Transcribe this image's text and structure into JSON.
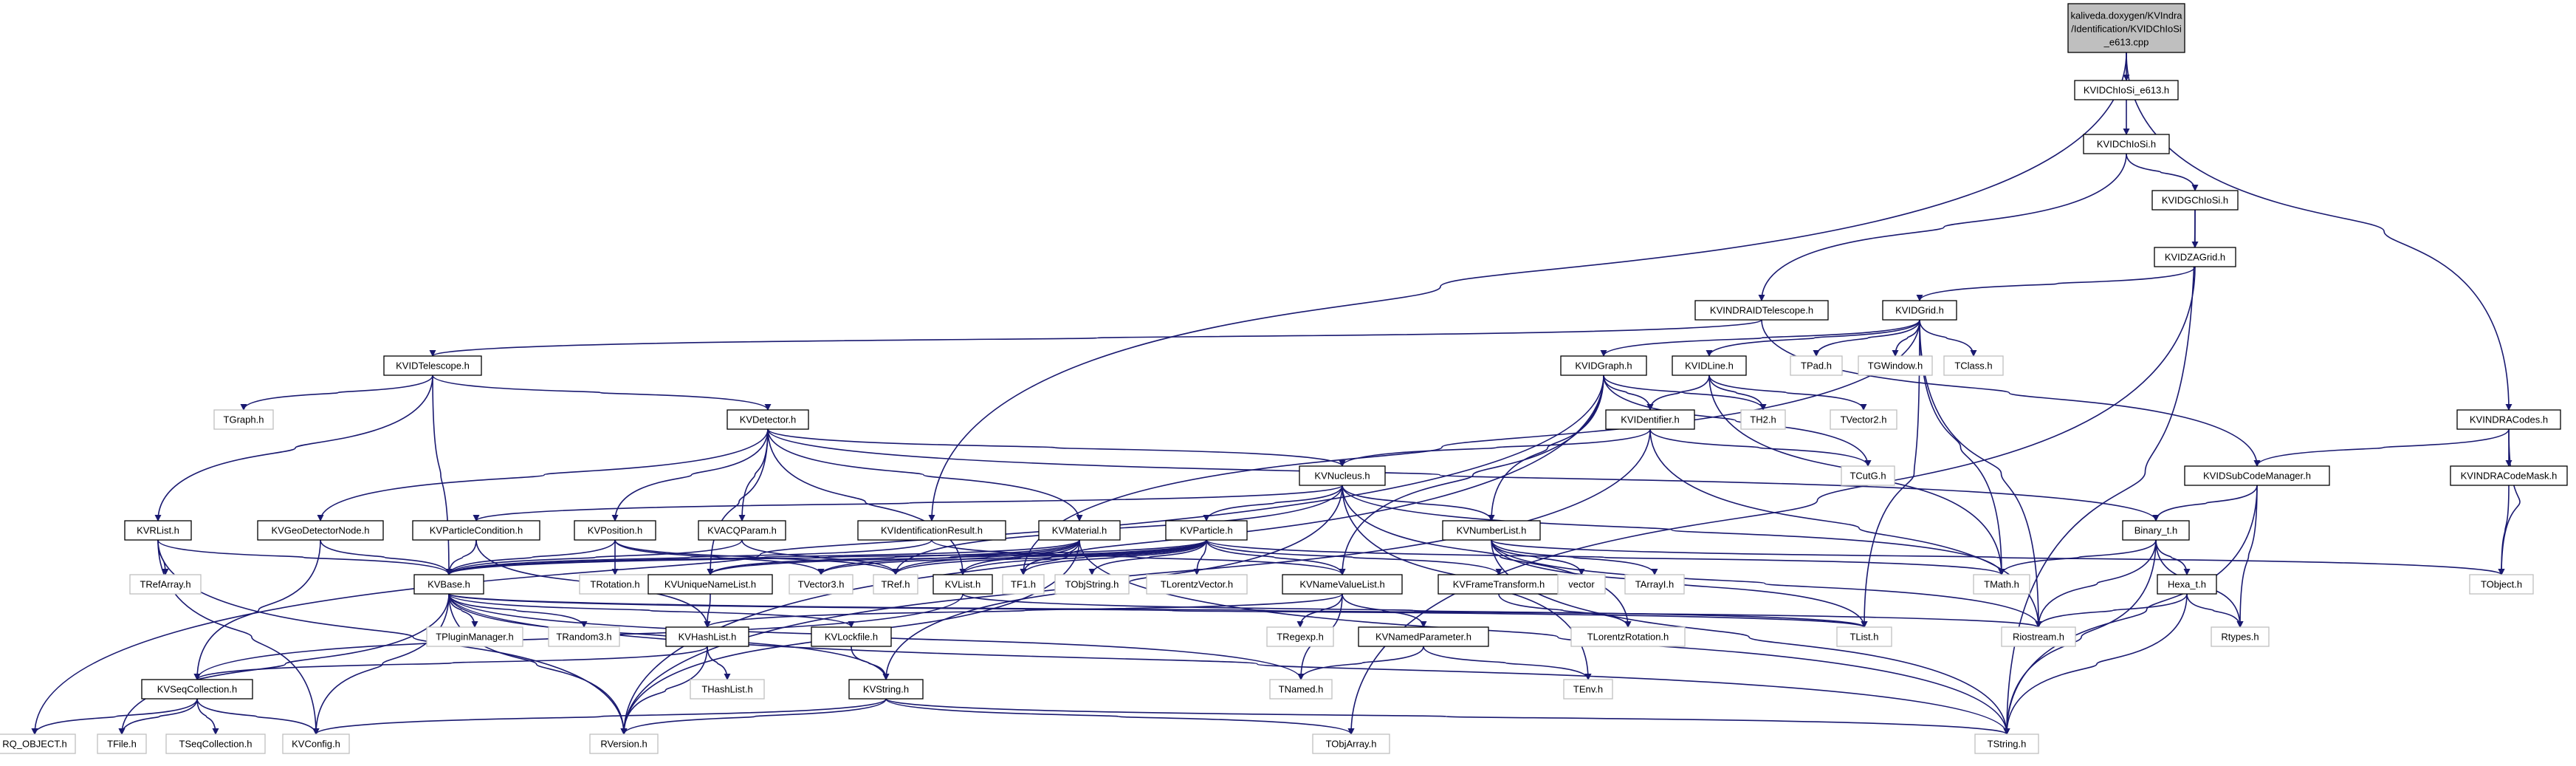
{
  "diagram": {
    "root_lines": [
      "kaliveda.doxygen/KVIndra",
      "/Identification/KVIDChIoSi",
      "_e613.cpp"
    ],
    "colors": {
      "edge": "#191970",
      "node_border": "#000000",
      "external_border": "#bfbfbf",
      "root_fill": "#bfbfbf"
    },
    "nodes": {
      "KVIDChIoSi_e613_h": "KVIDChIoSi_e613.h",
      "KVIDChIoSi_h": "KVIDChIoSi.h",
      "KVIDGChIoSi_h": "KVIDGChIoSi.h",
      "KVIDZAGrid_h": "KVIDZAGrid.h",
      "KVIDGrid_h": "KVIDGrid.h",
      "KVINDRAIDTelescope_h": "KVINDRAIDTelescope.h",
      "KVIDTelescope_h": "KVIDTelescope.h",
      "KVIDGraph_h": "KVIDGraph.h",
      "KVIDLine_h": "KVIDLine.h",
      "TPad_h": "TPad.h",
      "TGWindow_h": "TGWindow.h",
      "TClass_h": "TClass.h",
      "KVINDRACodes_h": "KVINDRACodes.h",
      "TGraph_h": "TGraph.h",
      "KVDetector_h": "KVDetector.h",
      "KVIDentifier_h": "KVIDentifier.h",
      "TH2_h": "TH2.h",
      "TVector2_h": "TVector2.h",
      "KVIDSubCodeManager_h": "KVIDSubCodeManager.h",
      "KVINDRACodeMask_h": "KVINDRACodeMask.h",
      "TCutG_h": "TCutG.h",
      "KVNucleus_h": "KVNucleus.h",
      "KVRList_h": "KVRList.h",
      "KVGeoDetectorNode_h": "KVGeoDetectorNode.h",
      "KVParticleCondition_h": "KVParticleCondition.h",
      "KVPosition_h": "KVPosition.h",
      "KVACQParam_h": "KVACQParam.h",
      "KVIdentificationResult_h": "KVIdentificationResult.h",
      "KVMaterial_h": "KVMaterial.h",
      "KVParticle_h": "KVParticle.h",
      "KVNumberList_h": "KVNumberList.h",
      "Binary_t_h": "Binary_t.h",
      "TRefArray_h": "TRefArray.h",
      "KVBase_h": "KVBase.h",
      "TRotation_h": "TRotation.h",
      "KVUniqueNameList_h": "KVUniqueNameList.h",
      "TVector3_h": "TVector3.h",
      "TRef_h": "TRef.h",
      "KVList_h": "KVList.h",
      "TF1_h": "TF1.h",
      "TObjString_h": "TObjString.h",
      "TLorentzVector_h": "TLorentzVector.h",
      "KVNameValueList_h": "KVNameValueList.h",
      "KVFrameTransform_h": "KVFrameTransform.h",
      "vector": "vector",
      "TArrayI_h": "TArrayI.h",
      "TMath_h": "TMath.h",
      "Hexa_t_h": "Hexa_t.h",
      "TObject_h": "TObject.h",
      "TPluginManager_h": "TPluginManager.h",
      "TRandom3_h": "TRandom3.h",
      "KVHashList_h": "KVHashList.h",
      "KVLockfile_h": "KVLockfile.h",
      "TRegexp_h": "TRegexp.h",
      "KVNamedParameter_h": "KVNamedParameter.h",
      "TLorentzRotation_h": "TLorentzRotation.h",
      "TList_h": "TList.h",
      "Riostream_h": "Riostream.h",
      "Rtypes_h": "Rtypes.h",
      "KVSeqCollection_h": "KVSeqCollection.h",
      "THashList_h": "THashList.h",
      "KVString_h": "KVString.h",
      "TNamed_h": "TNamed.h",
      "TEnv_h": "TEnv.h",
      "RQ_OBJECT_h": "RQ_OBJECT.h",
      "TFile_h": "TFile.h",
      "TSeqCollection_h": "TSeqCollection.h",
      "KVConfig_h": "KVConfig.h",
      "RVersion_h": "RVersion.h",
      "TObjArray_h": "TObjArray.h",
      "TString_h": "TString.h"
    }
  }
}
